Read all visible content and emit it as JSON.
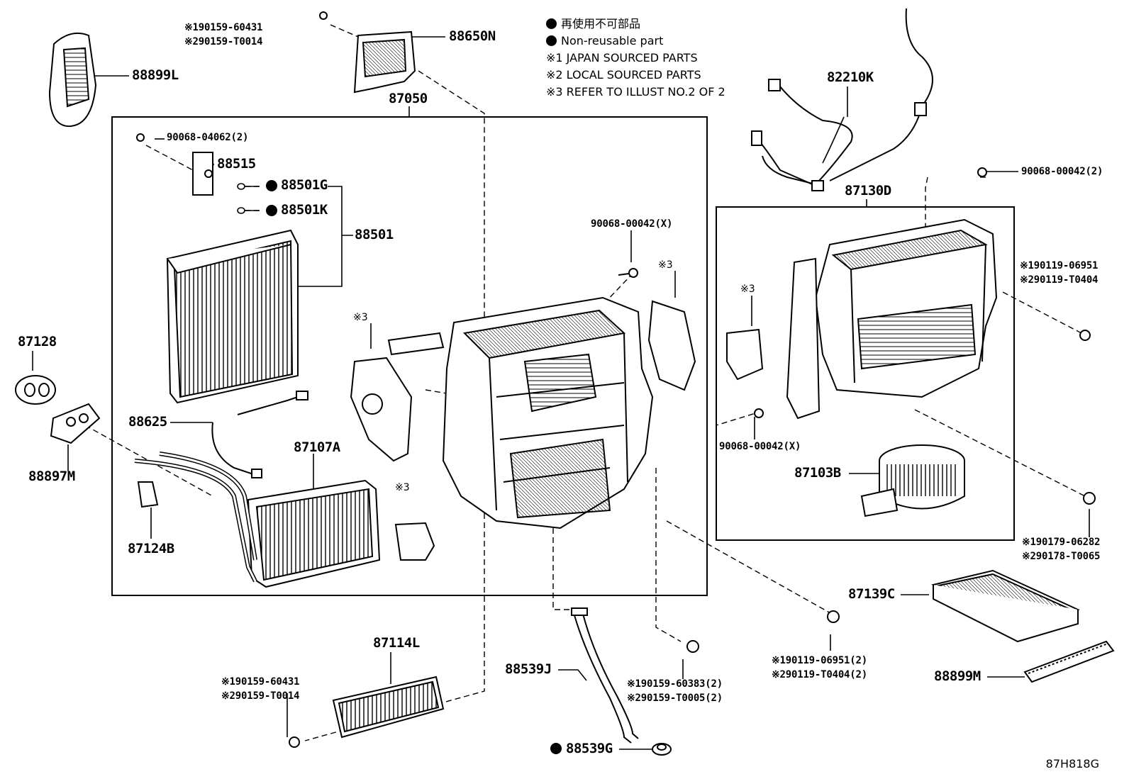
{
  "legend": {
    "line1": "再使用不可部品",
    "line2": "Non-reusable part",
    "line3": "※1 JAPAN SOURCED PARTS",
    "line4": "※2 LOCAL SOURCED PARTS",
    "line5": "※3 REFER TO ILLUST NO.2 OF 2"
  },
  "labels": {
    "p88899L": "88899L",
    "p88650N": "88650N",
    "p88650N_screw1": "※190159-60431",
    "p88650N_screw2": "※290159-T0014",
    "p87050": "87050",
    "p82210K": "82210K",
    "p90068_04062": "90068-04062(2)",
    "p88515": "88515",
    "p88501G": "88501G",
    "p88501K": "88501K",
    "p88501": "88501",
    "p90068_00042x_center": "90068-00042(X)",
    "ref3_a": "※3",
    "ref3_b": "※3",
    "ref3_c": "※3",
    "ref3_d": "※3",
    "p87128": "87128",
    "p88625": "88625",
    "p87107A": "87107A",
    "p88897M": "88897M",
    "p87124B": "87124B",
    "p87130D": "87130D",
    "p90068_00042_2": "90068-00042(2)",
    "p190119_06951": "※190119-06951",
    "p290119_T0404": "※290119-T0404",
    "p90068_00042x_right": "90068-00042(X)",
    "p87103B": "87103B",
    "p190179_06282": "※190179-06282",
    "p290178_T0065": "※290178-T0065",
    "p87139C": "87139C",
    "p88899M": "88899M",
    "p190119_06951_2": "※190119-06951(2)",
    "p290119_T0404_2": "※290119-T0404(2)",
    "p87114L": "87114L",
    "p87114L_screw1": "※190159-60431",
    "p87114L_screw2": "※290159-T0014",
    "p88539J": "88539J",
    "p190159_60383": "※190159-60383(2)",
    "p290159_T0005": "※290159-T0005(2)",
    "p88539G": "88539G"
  },
  "illustration_code": "87H818G"
}
